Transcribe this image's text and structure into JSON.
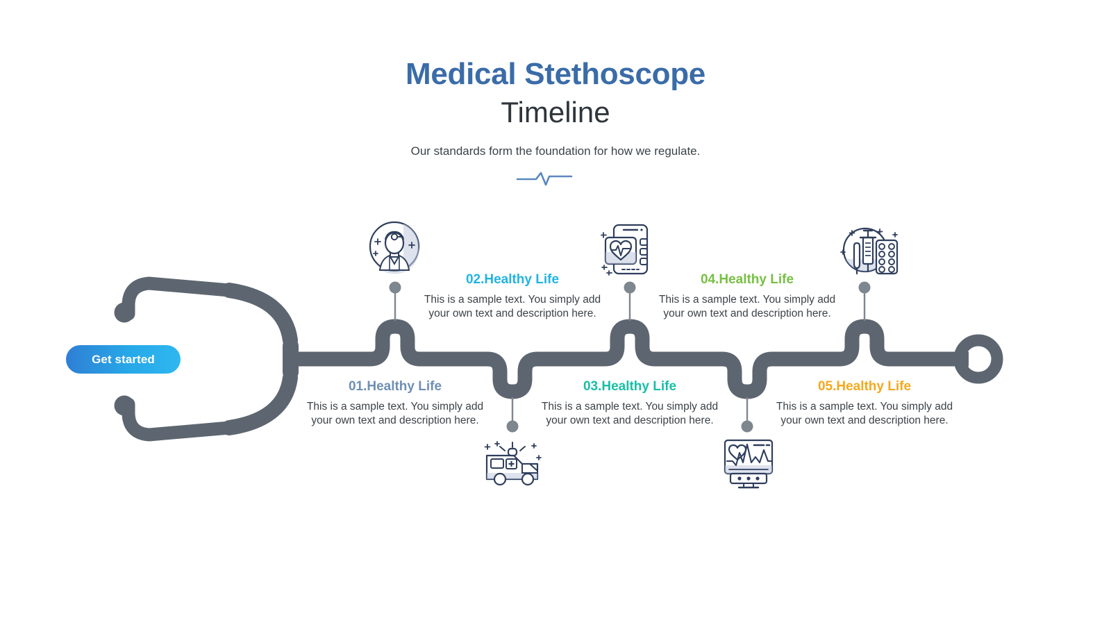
{
  "header": {
    "title_line1": "Medical Stethoscope",
    "title_line2": "Timeline",
    "subtitle": "Our standards form the foundation for how we regulate.",
    "title_color": "#3A6CA8",
    "title2_color": "#2E353B",
    "divider_icon": "ecg-pulse-line",
    "divider_color": "#5A88BD"
  },
  "cta": {
    "label": "Get started",
    "gradient_from": "#2F7FD4",
    "gradient_to": "#2FB7F0",
    "text_color": "#FFFFFF"
  },
  "timeline": {
    "tube_color": "#5D6670",
    "connector_color": "#7E868E",
    "endpoint_icon": "stethoscope-chestpiece-ring",
    "start_icon": "stethoscope-earpieces"
  },
  "steps": [
    {
      "number": "01.",
      "title": "Healthy Life",
      "label": "01.Healthy Life",
      "description": "This is a sample text. You simply add your own text and description here.",
      "color": "#6E8FB5",
      "icon": "doctor-avatar-icon",
      "position": "below"
    },
    {
      "number": "02.",
      "title": "Healthy Life",
      "label": "02.Healthy Life",
      "description": "This is a sample text. You simply add your own text and description here.",
      "color": "#21B4E2",
      "icon": "smartphone-health-app-icon",
      "position": "above"
    },
    {
      "number": "03.",
      "title": "Healthy Life",
      "label": "03.Healthy Life",
      "description": "This is a sample text. You simply add your own text and description here.",
      "color": "#17BFA5",
      "icon": "ambulance-icon",
      "position": "below"
    },
    {
      "number": "04.",
      "title": "Healthy Life",
      "label": "04.Healthy Life",
      "description": "This is a sample text. You simply add your own text and description here.",
      "color": "#77C043",
      "icon": "syringe-pills-icon",
      "position": "above"
    },
    {
      "number": "05.",
      "title": "Healthy Life",
      "label": "05.Healthy Life",
      "description": "This is a sample text. You simply add your own text and description here.",
      "color": "#F5A81C",
      "icon": "heart-rate-monitor-icon",
      "position": "below"
    }
  ]
}
